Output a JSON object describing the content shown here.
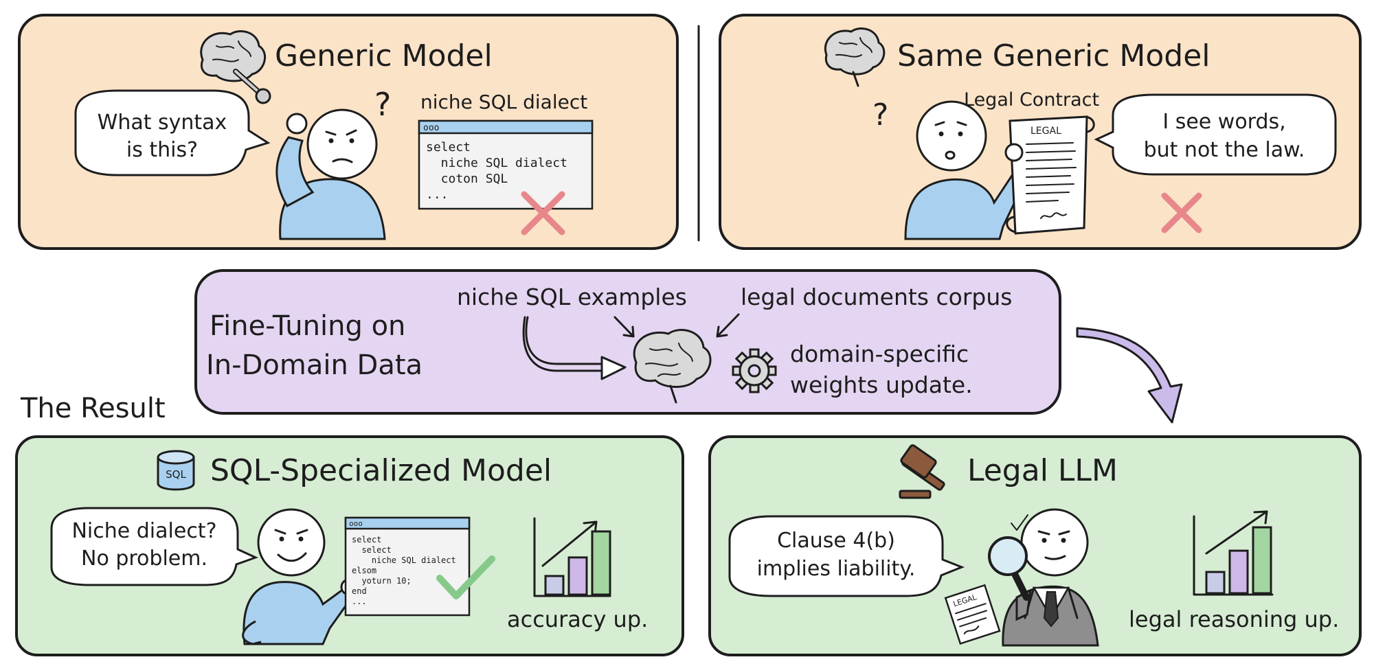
{
  "top_left": {
    "title": "Generic Model",
    "speech": [
      "What syntax",
      "is this?"
    ],
    "question_mark": "?",
    "window_label": "niche SQL dialect",
    "window_dots": "ooo",
    "code": [
      "select",
      "  niche SQL dialect",
      "  coton SQL",
      "..."
    ]
  },
  "top_right": {
    "title": "Same Generic Model",
    "question_mark": "?",
    "doc_label": "Legal Contract",
    "doc_header": "LEGAL",
    "speech": [
      "I see words,",
      "but not the law."
    ]
  },
  "middle": {
    "title": [
      "Fine-Tuning on",
      "In-Domain Data"
    ],
    "source_a": "niche SQL examples",
    "source_b": "legal documents corpus",
    "note": [
      "domain-specific",
      "weights update."
    ]
  },
  "result_label": "The Result",
  "bottom_left": {
    "title": "SQL-Specialized Model",
    "db_label": "SQL",
    "speech": [
      "Niche dialect?",
      "No problem."
    ],
    "window_dots": "ooo",
    "code": [
      "select",
      "  select",
      "    niche SQL dialect",
      "elsom",
      "  yoturn 10;",
      "end",
      "..."
    ],
    "chart_caption": "accuracy up.",
    "chart_values": [
      1,
      2,
      3.4
    ]
  },
  "bottom_right": {
    "title": "Legal LLM",
    "speech": [
      "Clause 4(b)",
      "implies liability."
    ],
    "paper_label": "LEGAL",
    "chart_caption": "legal reasoning up.",
    "chart_values": [
      1,
      2,
      3.1
    ]
  },
  "colors": {
    "orange_panel": "#fbe3c8",
    "purple_panel": "#e4d6f2",
    "green_panel": "#d6edd3",
    "shirt_blue": "#a9d1ef",
    "x_red": "#e8878b",
    "check_green": "#86c98a"
  },
  "icons": [
    "brain-wrench-icon",
    "brain-icon",
    "database-icon",
    "gavel-icon",
    "gear-icon",
    "magnifier-icon"
  ]
}
